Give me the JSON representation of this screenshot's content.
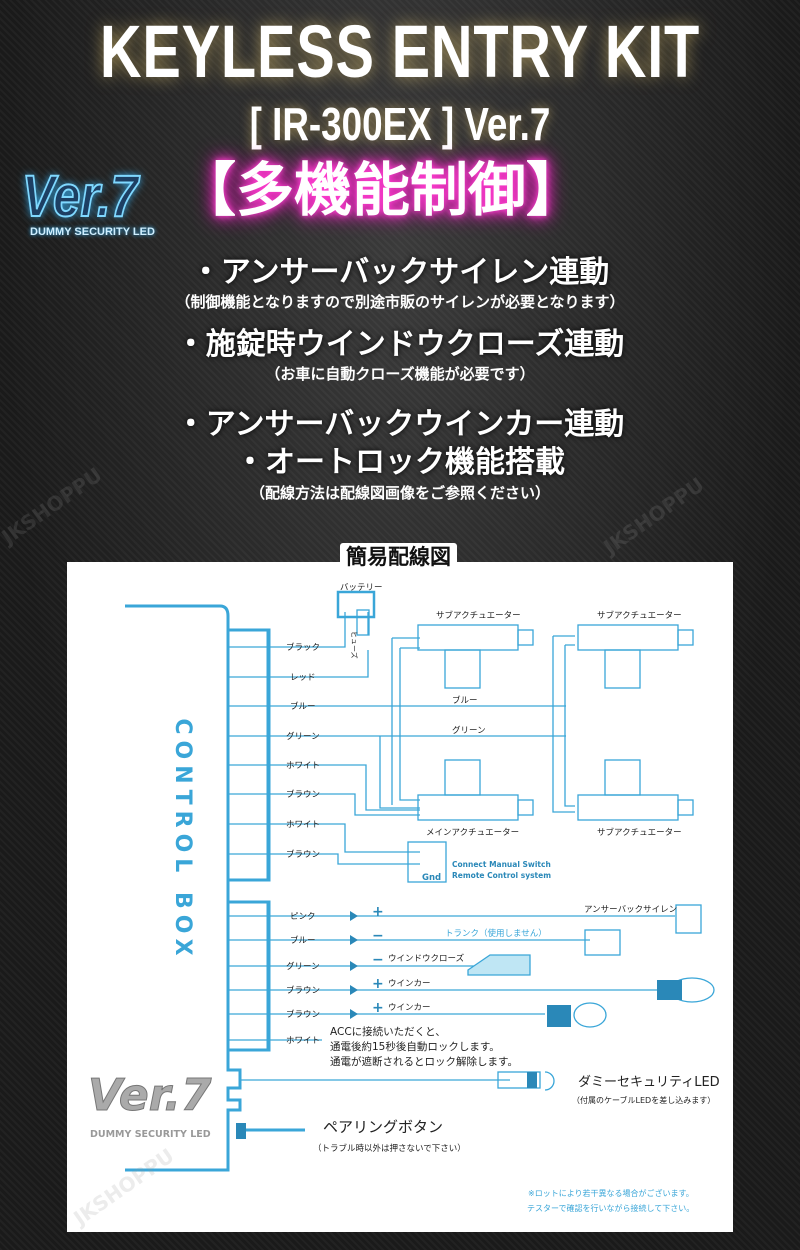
{
  "header": {
    "title": "KEYLESS ENTRY KIT",
    "model": "[ IR-300EX ]  Ver.7",
    "logo": {
      "version": "Ver.7",
      "tagline": "DUMMY SECURITY LED"
    },
    "headline": "【多機能制御】"
  },
  "features": [
    {
      "label": "・アンサーバックサイレン連動",
      "note": "（制御機能となりますので別途市販のサイレンが必要となります）"
    },
    {
      "label": "・施錠時ウインドウクローズ連動",
      "note": "（お車に自動クローズ機能が必要です）"
    },
    {
      "label": "・アンサーバックウインカー連動",
      "note": ""
    },
    {
      "label": "・オートロック機能搭載",
      "note": "（配線方法は配線図画像をご参照ください）"
    }
  ],
  "diagram": {
    "title": "簡易配線図",
    "control_box": "CONTROL BOX",
    "battery": "バッテリー",
    "fuse": "ヒューズ",
    "wires_top": [
      "ブラック",
      "レッド",
      "ブルー",
      "グリーン",
      "ホワイト",
      "ブラウン",
      "ホワイト",
      "ブラウン"
    ],
    "wires_bottom": [
      "ピンク",
      "ブルー",
      "グリーン",
      "ブラウン",
      "ブラウン",
      "ホワイト"
    ],
    "bus_labels": {
      "blue": "ブルー",
      "green": "グリーン"
    },
    "actuators": {
      "sub": "サブアクチュエーター",
      "main": "メインアクチュエーター"
    },
    "manual_switch": {
      "gnd": "Gnd",
      "line1": "Connect Manual Switch",
      "line2": "Remote Control system"
    },
    "outputs": {
      "siren": "アンサーバックサイレン",
      "trunk": "トランク（使用しません）",
      "window": "ウインドウクローズ",
      "blinker": "ウインカー",
      "plus": "+",
      "minus": "−"
    },
    "acc_note": [
      "ACCに接続いただくと、",
      "通電後約15秒後自動ロックします。",
      "通電が遮断されるとロック解除します。"
    ],
    "dummy_led": {
      "label": "ダミーセキュリティLED",
      "note": "（付属のケーブルLEDを差し込みます）"
    },
    "pairing": {
      "label": "ペアリングボタン",
      "note": "（トラブル時以外は押さないで下さい）"
    },
    "footnote": [
      "※ロットにより若干異なる場合がございます。",
      "テスターで確認を行いながら接続して下さい。"
    ],
    "watermark": "JKSHOPPU",
    "logo": {
      "version": "Ver.7",
      "tagline": "DUMMY SECURITY LED"
    }
  },
  "colors": {
    "wire": "#3aa6d8",
    "accent_dark": "#2a88b8",
    "headline_glow": "#ff3fd0",
    "logo_glow": "#37b8ff"
  }
}
